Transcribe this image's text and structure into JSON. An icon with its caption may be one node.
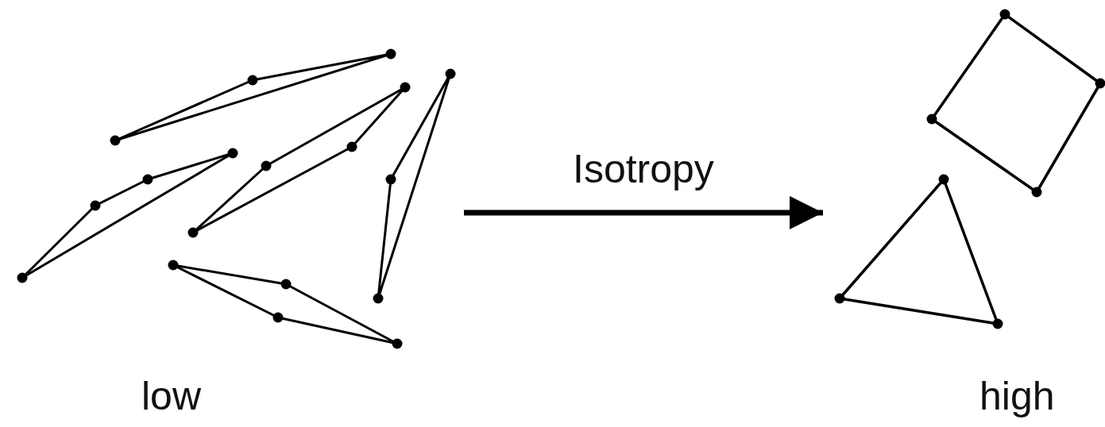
{
  "diagram": {
    "nodes": [
      {
        "text": [
          "low"
        ]
      },
      {
        "text": [
          "high"
        ]
      }
    ],
    "edges": [
      {
        "from": 0,
        "to": 1,
        "arrow": "to",
        "label": "Isotropy"
      }
    ]
  }
}
